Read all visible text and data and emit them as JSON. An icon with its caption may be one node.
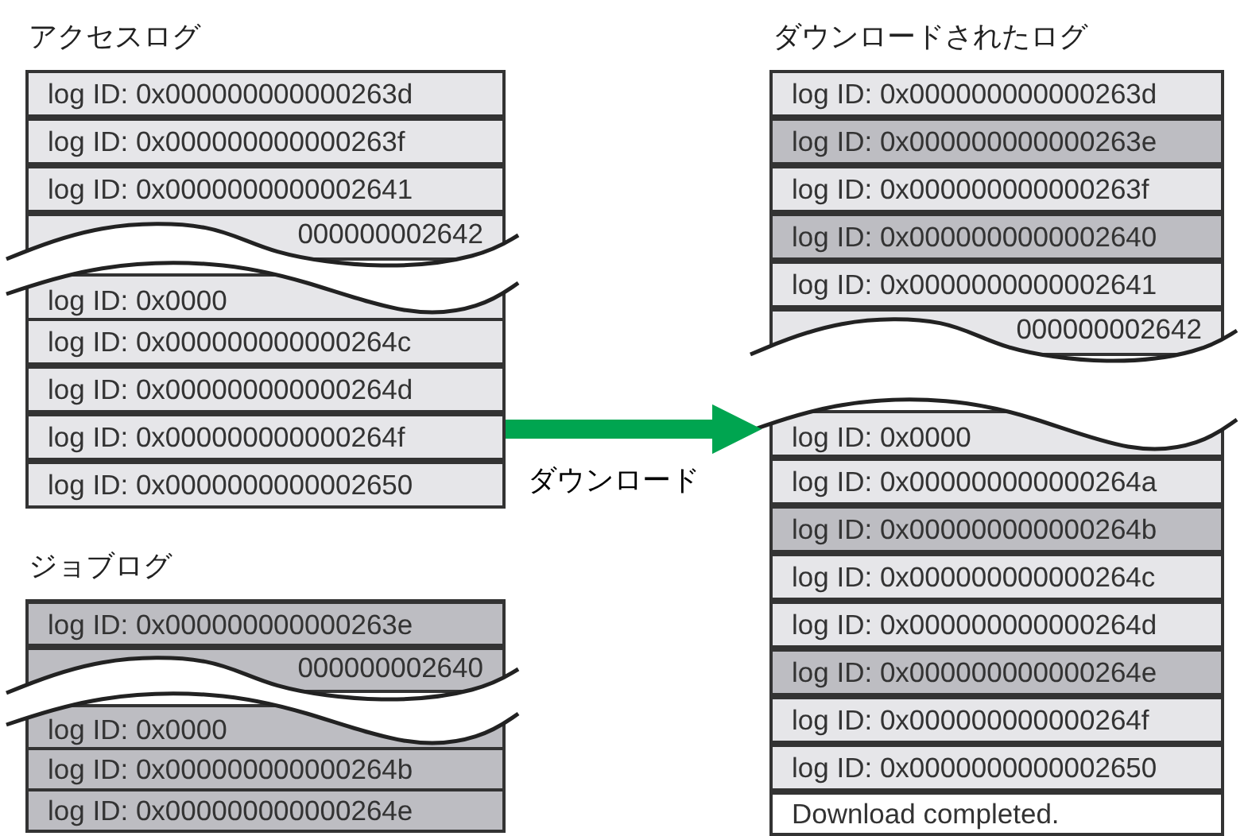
{
  "diagram": {
    "nodes": [
      {
        "text": [
          "アクセスログ"
        ]
      },
      {
        "text": [
          "log ID: 0x000000000000263d"
        ],
        "in": 0
      },
      {
        "text": [
          "log ID: 0x000000000000263f"
        ],
        "in": 0
      },
      {
        "text": [
          "log ID: 0x0000000000002641"
        ],
        "in": 0
      },
      {
        "text": [
          "000000002642"
        ],
        "in": 0
      },
      {
        "text": [
          "log ID: 0x0000"
        ],
        "in": 0
      },
      {
        "text": [
          "log ID: 0x000000000000264c"
        ],
        "in": 0
      },
      {
        "text": [
          "log ID: 0x000000000000264d"
        ],
        "in": 0
      },
      {
        "text": [
          "log ID: 0x000000000000264f"
        ],
        "in": 0
      },
      {
        "text": [
          "log ID: 0x0000000000002650"
        ],
        "in": 0
      },
      {
        "text": [
          "ジョブログ"
        ]
      },
      {
        "text": [
          "log ID: 0x000000000000263e"
        ],
        "in": 10
      },
      {
        "text": [
          "000000002640"
        ],
        "in": 10
      },
      {
        "text": [
          "log ID: 0x0000"
        ],
        "in": 10
      },
      {
        "text": [
          "log ID: 0x000000000000264b"
        ],
        "in": 10
      },
      {
        "text": [
          "log ID: 0x000000000000264e"
        ],
        "in": 10
      },
      {
        "text": [
          "ダウンロードされたログ"
        ]
      },
      {
        "text": [
          "log ID: 0x000000000000263d"
        ],
        "in": 16
      },
      {
        "text": [
          "log ID: 0x000000000000263e"
        ],
        "in": 16
      },
      {
        "text": [
          "log ID: 0x000000000000263f"
        ],
        "in": 16
      },
      {
        "text": [
          "log ID: 0x0000000000002640"
        ],
        "in": 16
      },
      {
        "text": [
          "log ID: 0x0000000000002641"
        ],
        "in": 16
      },
      {
        "text": [
          "000000002642"
        ],
        "in": 16
      },
      {
        "text": [
          "log ID: 0x0000"
        ],
        "in": 16
      },
      {
        "text": [
          "log ID: 0x000000000000264a"
        ],
        "in": 16
      },
      {
        "text": [
          "log ID: 0x000000000000264b"
        ],
        "in": 16
      },
      {
        "text": [
          "log ID: 0x000000000000264c"
        ],
        "in": 16
      },
      {
        "text": [
          "log ID: 0x000000000000264d"
        ],
        "in": 16
      },
      {
        "text": [
          "log ID: 0x000000000000264e"
        ],
        "in": 16
      },
      {
        "text": [
          "log ID: 0x000000000000264f"
        ],
        "in": 16
      },
      {
        "text": [
          "log ID: 0x0000000000002650"
        ],
        "in": 16
      },
      {
        "text": [
          "Download completed."
        ],
        "in": 16
      }
    ],
    "edges": [
      {
        "from": 0,
        "to": 16,
        "arrow": "to",
        "label": "ダウンロード"
      }
    ]
  }
}
